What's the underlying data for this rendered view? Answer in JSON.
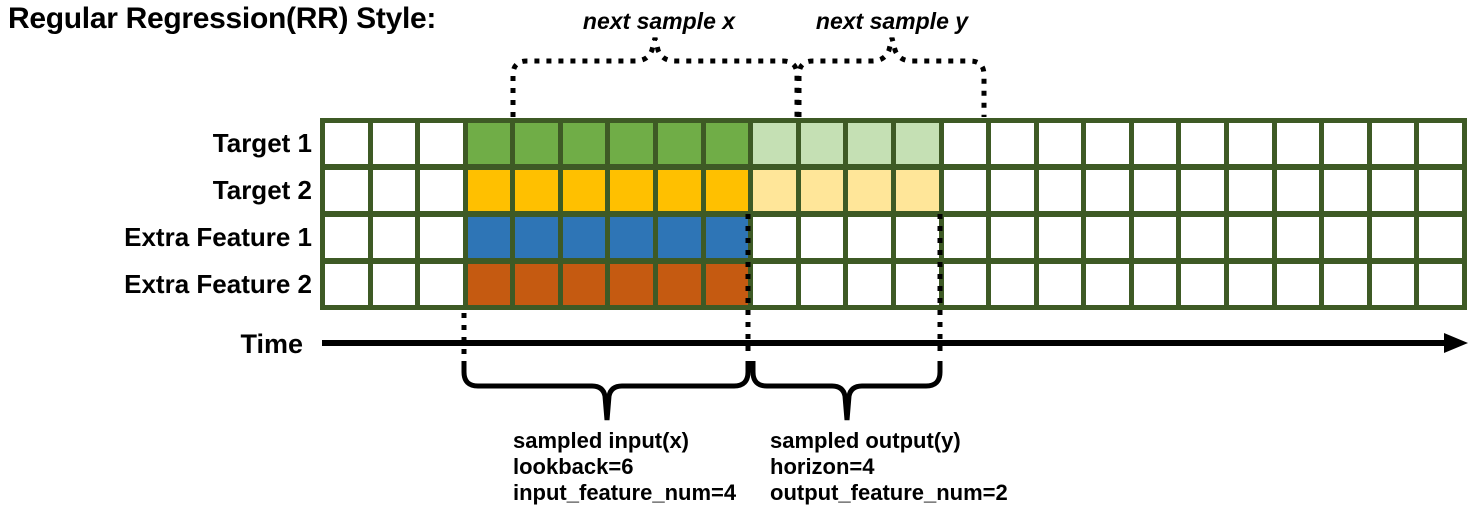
{
  "title": "Regular Regression(RR) Style:",
  "top_annotations": {
    "next_sample_x": "next sample x",
    "next_sample_y": "next sample y"
  },
  "grid": {
    "border_color": "#3E5A25",
    "cell_bg": "#FFFFFF",
    "total_cols": 24,
    "lead_cols": 3,
    "input_cols": 6,
    "output_cols": 4,
    "rows": [
      {
        "label": "Target 1",
        "input_color": "#70AD47",
        "output_color": "#C5E0B4"
      },
      {
        "label": "Target 2",
        "input_color": "#FFC000",
        "output_color": "#FFE699"
      },
      {
        "label": "Extra Feature 1",
        "input_color": "#2E75B6",
        "output_color": null
      },
      {
        "label": "Extra Feature 2",
        "input_color": "#C55A11",
        "output_color": null
      }
    ]
  },
  "time_axis": {
    "label": "Time"
  },
  "bottom_annotations": {
    "input": {
      "lines": [
        "sampled input(x)",
        "lookback=6",
        "input_feature_num=4"
      ]
    },
    "output": {
      "lines": [
        "sampled output(y)",
        "horizon=4",
        "output_feature_num=2"
      ]
    }
  }
}
